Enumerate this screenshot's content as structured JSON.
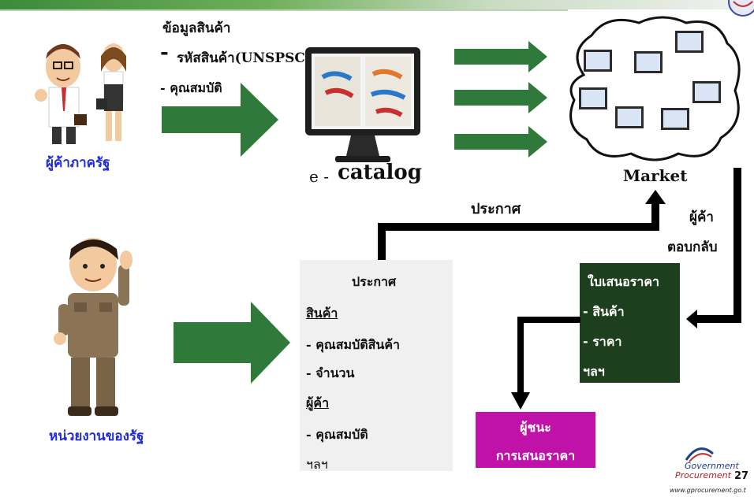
{
  "product_info": {
    "title": "ข้อมูลสินค้า",
    "code_bullet": "-",
    "code_label": "รหัสสินค้า(UNSPSC)",
    "properties": "- คุณสมบัติ"
  },
  "actors": {
    "supplier": "ผู้ค้าภาครัฐ",
    "agency": "หน่วยงานของรัฐ"
  },
  "ecatalog": {
    "prefix": "e -",
    "label": "catalog"
  },
  "market": {
    "label": "Market"
  },
  "announce_arrow_label": "ประกาศ",
  "response_label": {
    "line1": "ผู้ค้า",
    "line2": "ตอบกลับ"
  },
  "announcement": {
    "title": "ประกาศ",
    "products_heading": "สินค้า",
    "product_props": "- คุณสมบัติสินค้า",
    "quantity": "- จำนวน",
    "suppliers_heading": "ผู้ค้า",
    "supplier_props": "- คุณสมบัติ",
    "etc": "ฯลฯ"
  },
  "quotation": {
    "title": "ใบเสนอราคา",
    "item1": "- สินค้า",
    "item2": "- ราคา",
    "etc": "ฯลฯ"
  },
  "winner": {
    "line1": "ผู้ชนะ",
    "line2": "การเสนอราคา"
  },
  "footer": {
    "logo_line1": "Government",
    "logo_line2": "Procurement",
    "page_number": "27",
    "url": "www.gprocurement.go.t"
  },
  "colors": {
    "arrow_green": "#2f7a3a",
    "quote_box": "#1e3f1e",
    "winner_box": "#c012a8",
    "actor_label": "#1f2bd6"
  }
}
